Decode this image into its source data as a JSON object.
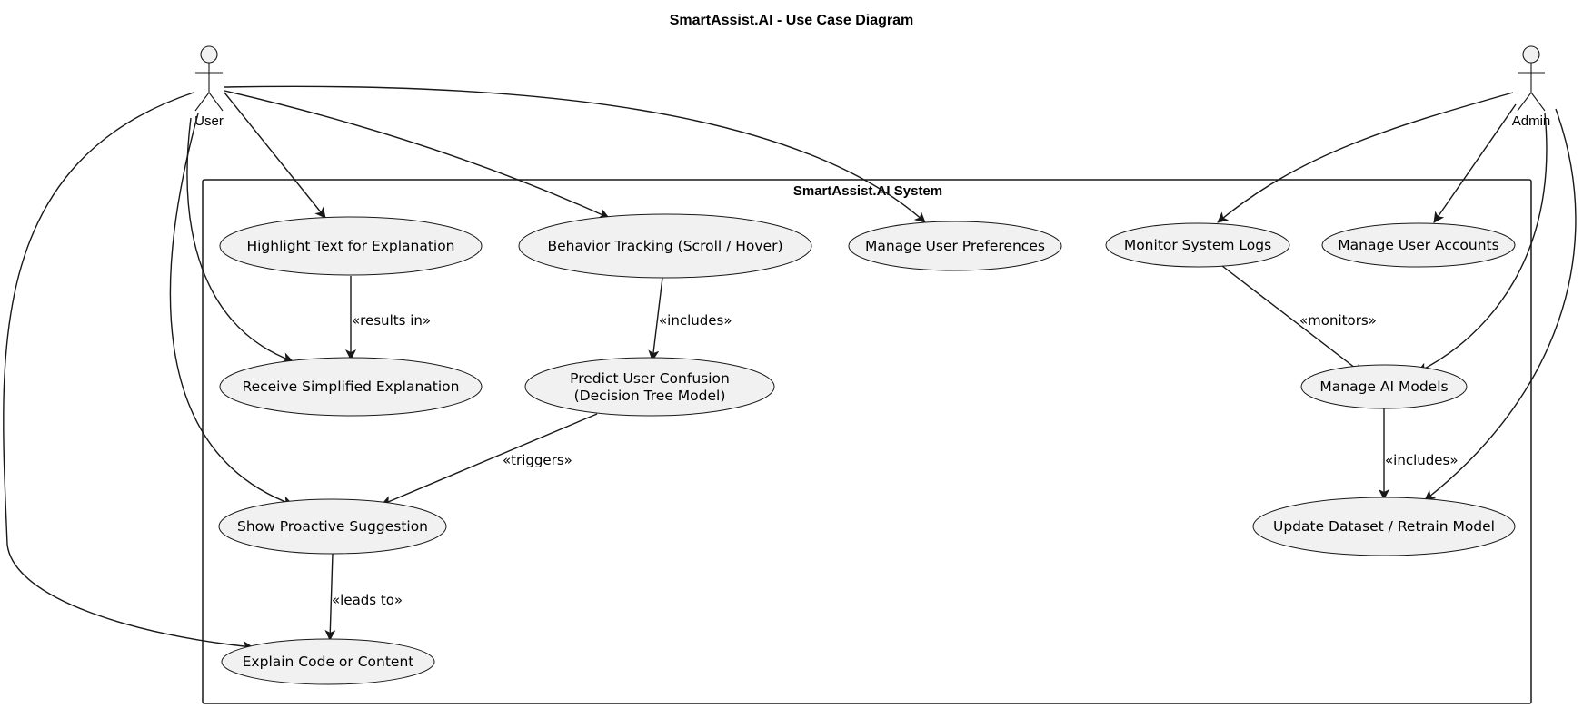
{
  "diagram": {
    "title": "SmartAssist.AI - Use Case Diagram",
    "system_boundary": "SmartAssist.AI System",
    "actors": {
      "user": "User",
      "admin": "Admin"
    },
    "use_cases": {
      "highlight": "Highlight Text for Explanation",
      "behavior": "Behavior Tracking (Scroll / Hover)",
      "preferences": "Manage User Preferences",
      "logs": "Monitor System Logs",
      "accounts": "Manage User Accounts",
      "simplified": "Receive Simplified Explanation",
      "predict_line1": "Predict User Confusion",
      "predict_line2": "(Decision Tree Model)",
      "models": "Manage AI Models",
      "proactive": "Show Proactive Suggestion",
      "dataset": "Update Dataset / Retrain Model",
      "explain": "Explain Code or Content"
    },
    "relations": {
      "results_in": "«results in»",
      "includes_predict": "«includes»",
      "monitors": "«monitors»",
      "triggers": "«triggers»",
      "includes_dataset": "«includes»",
      "leads_to": "«leads to»"
    }
  }
}
